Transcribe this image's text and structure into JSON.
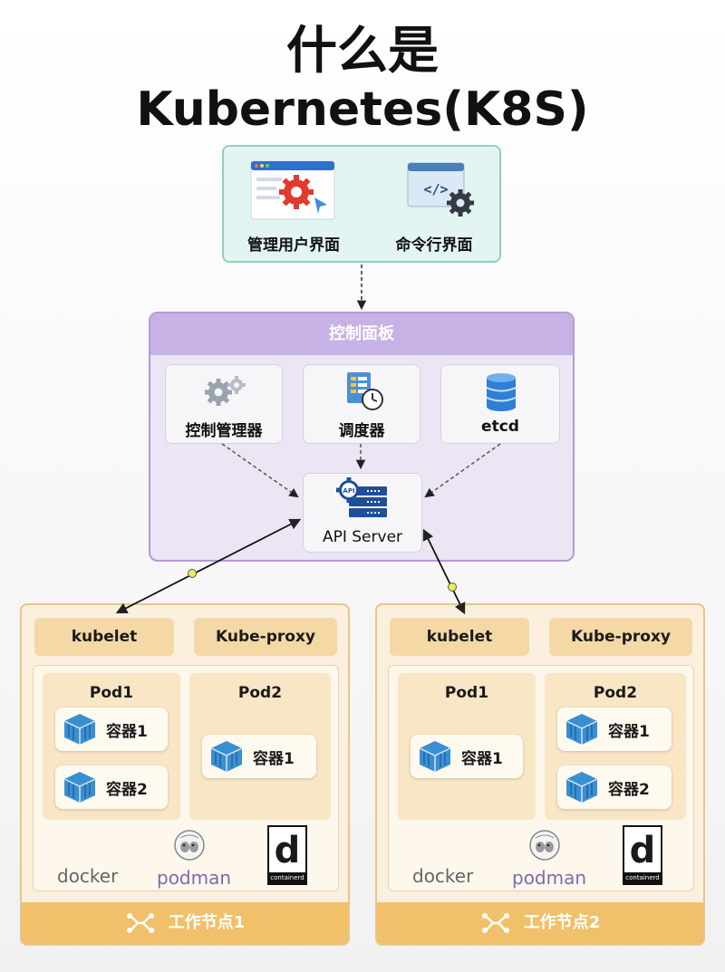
{
  "title": {
    "line1": "什么是",
    "line2": "Kubernetes(K8S)"
  },
  "clients": [
    {
      "label": "管理用户界面",
      "icon": "web-ui-gear-icon"
    },
    {
      "label": "命令行界面",
      "icon": "terminal-code-icon"
    }
  ],
  "control_plane": {
    "title": "控制面板",
    "components": [
      {
        "label": "控制管理器",
        "icon": "gears-icon"
      },
      {
        "label": "调度器",
        "icon": "scheduler-clock-icon"
      },
      {
        "label": "etcd",
        "icon": "database-icon"
      }
    ],
    "api_server": {
      "label": "API Server",
      "badge": "API"
    }
  },
  "nodes": [
    {
      "agents": [
        "kubelet",
        "Kube-proxy"
      ],
      "pods": [
        {
          "label": "Pod1",
          "containers": [
            "容器1",
            "容器2"
          ]
        },
        {
          "label": "Pod2",
          "containers": [
            "容器1"
          ]
        }
      ],
      "runtimes": {
        "docker": "docker",
        "podman": "podman",
        "containerd_letter": "d",
        "containerd_caption": "containerd"
      },
      "footer": "工作节点1"
    },
    {
      "agents": [
        "kubelet",
        "Kube-proxy"
      ],
      "pods": [
        {
          "label": "Pod1",
          "containers": [
            "容器1"
          ]
        },
        {
          "label": "Pod2",
          "containers": [
            "容器1",
            "容器2"
          ]
        }
      ],
      "runtimes": {
        "docker": "docker",
        "podman": "podman",
        "containerd_letter": "d",
        "containerd_caption": "containerd"
      },
      "footer": "工作节点2"
    }
  ],
  "colors": {
    "client_bg": "#e3f5f2",
    "control_plane_bg": "#ece5f4",
    "control_plane_header": "#c6b2e4",
    "node_bg": "#fbf0de",
    "node_footer": "#f0c06a",
    "container_icon": "#3a8fd1",
    "connector_dot": "#e8ee5a"
  }
}
